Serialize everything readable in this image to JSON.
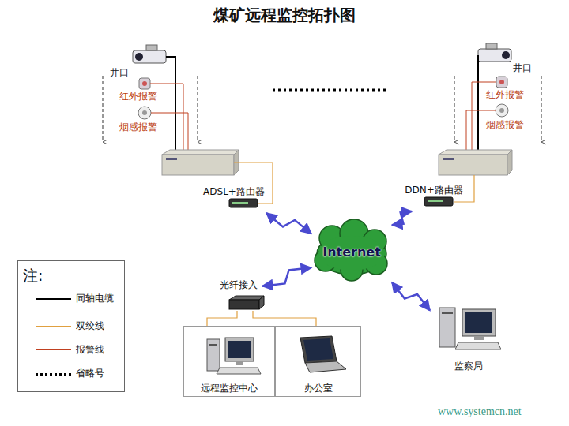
{
  "diagram": {
    "title": "煤矿远程监控拓扑图",
    "nodes": [
      {
        "text": [
          "ADSL+路由器"
        ]
      },
      {
        "text": [
          "DDN+路由器"
        ]
      },
      {
        "text": [
          "Internet"
        ]
      },
      {
        "text": [
          "光纤接入"
        ]
      },
      {
        "text": [
          "远程监控中心"
        ]
      },
      {
        "text": [
          "办公室"
        ]
      },
      {
        "text": [
          "监察局"
        ]
      }
    ],
    "edges": [
      {
        "from": 0,
        "to": 2,
        "arrow": "both"
      },
      {
        "from": 1,
        "to": 2,
        "arrow": "both"
      },
      {
        "from": 3,
        "to": 2,
        "arrow": "both"
      },
      {
        "from": 2,
        "to": 6,
        "arrow": "both"
      },
      {
        "from": 3,
        "to": 4,
        "arrow": "none"
      },
      {
        "from": 3,
        "to": 5,
        "arrow": "none"
      }
    ],
    "labels": [
      "井口",
      "红外报警",
      "烟感报警",
      "井口",
      "红外报警",
      "烟感报警",
      "注:",
      "www.systemcn.net"
    ],
    "legend": [
      {
        "text": "同轴电缆"
      },
      {
        "text": "双绞线"
      },
      {
        "text": "报警线"
      },
      {
        "text": "省略号"
      }
    ]
  }
}
